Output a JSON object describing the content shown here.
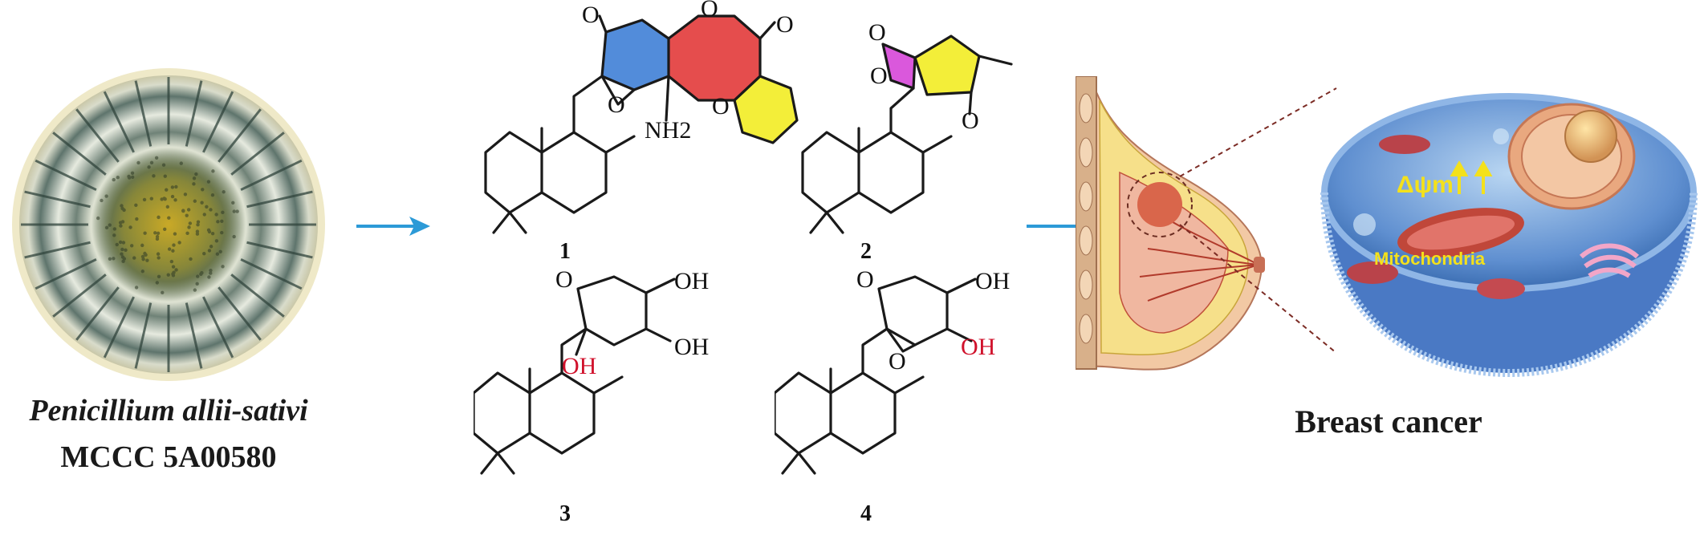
{
  "organism": {
    "species": "Penicillium allii-sativi",
    "strain": "MCCC 5A00580"
  },
  "compounds": [
    {
      "number": "1",
      "labels": [
        "O",
        "O",
        "O",
        "O",
        "O",
        "NH2"
      ]
    },
    {
      "number": "2",
      "labels": [
        "O",
        "O",
        "O"
      ]
    },
    {
      "number": "3",
      "labels": [
        "O",
        "OH",
        "OH",
        "OH"
      ]
    },
    {
      "number": "4",
      "labels": [
        "O",
        "OH",
        "O",
        "OH"
      ]
    }
  ],
  "cell": {
    "membrane_potential": "Δψm",
    "organelle_label": "Mitochondria"
  },
  "target": {
    "disease": "Breast cancer"
  },
  "colors": {
    "arrow": "#2c9ad7",
    "ring_blue": "#3f7fd6",
    "ring_red": "#e23a3a",
    "ring_yellow": "#f2ec24",
    "ring_magenta": "#d43bd6",
    "heteroatom_red": "#d0112b",
    "annotation_yellow": "#f4e11b"
  },
  "icons": [
    "fungal-colony-image",
    "breast-tissue-illustration",
    "cancer-cell-illustration",
    "arrow-right-icon"
  ]
}
